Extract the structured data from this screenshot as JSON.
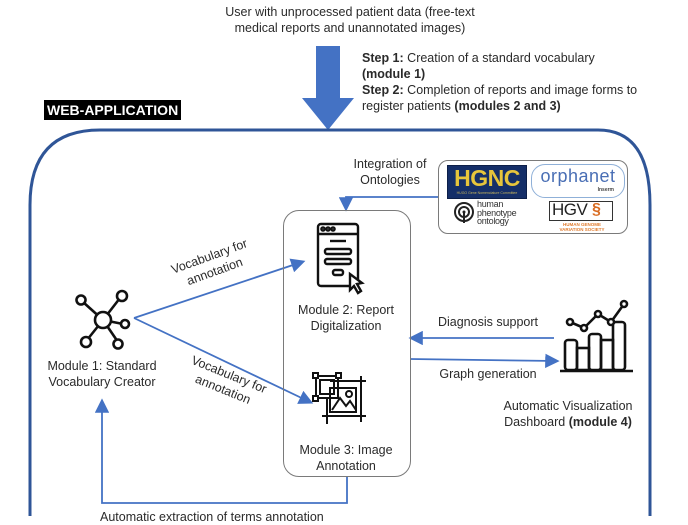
{
  "header": {
    "user_caption_line1": "User with unprocessed patient data (free-text",
    "user_caption_line2": "medical reports and unannotated images)"
  },
  "steps": [
    {
      "label": "Step 1:",
      "text": " Creation of a standard vocabulary ",
      "module": "(module 1)"
    },
    {
      "label": "Step 2:",
      "text": " Completion of reports and image forms to register patients ",
      "module": "(modules 2 and 3)"
    }
  ],
  "webapp_label": "WEB-APPLICATION",
  "ontologies": {
    "label_line1": "Integration of",
    "label_line2": "Ontologies",
    "logos": {
      "hgnc": {
        "main": "HGNC",
        "sub": "HUGO Gene Nomenclature Committee"
      },
      "orphanet": {
        "main": "orphanet",
        "sub": "Inserm"
      },
      "hpo": {
        "line1": "human",
        "line2": "phenotype",
        "line3": "ontology"
      },
      "hgvs": {
        "main": "HGV",
        "symbol": "§",
        "sub_line1": "HUMAN GENOME",
        "sub_line2": "VARIATION SOCIETY"
      }
    }
  },
  "modules": {
    "m1": {
      "line1": "Module 1: Standard",
      "line2": "Vocabulary Creator"
    },
    "m2": {
      "line1": "Module 2: Report",
      "line2": "Digitalization"
    },
    "m3": {
      "line1": "Module 3: Image",
      "line2": "Annotation"
    },
    "m4": {
      "line1": "Automatic Visualization",
      "line2a": "Dashboard ",
      "line2b": "(module 4)"
    }
  },
  "arrows": {
    "vocab_line1": "Vocabulary for",
    "vocab_line2": "annotation",
    "diagnosis": "Diagnosis support",
    "graph": "Graph generation",
    "bottom": "Automatic extraction of terms annotation"
  },
  "colors": {
    "accent_blue": "#4472c4",
    "frame_blue": "#2f5597",
    "box_gray": "#7a7a7a"
  }
}
